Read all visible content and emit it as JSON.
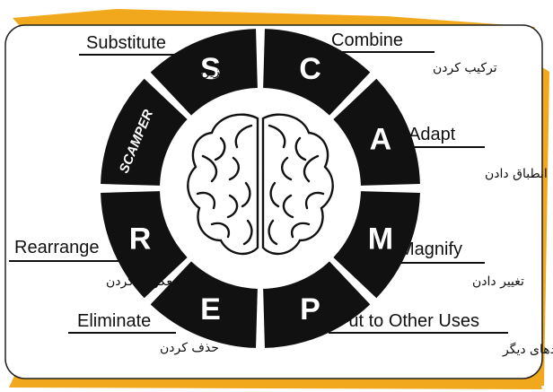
{
  "colors": {
    "accent": "#F2A81C",
    "ring": "#111111",
    "card": "#ffffff"
  },
  "title_badge": "SCAMPER",
  "center_icon": "brain-icon",
  "items": [
    {
      "letter": "S",
      "english": "Substitute",
      "persian": "جایگزین کردن"
    },
    {
      "letter": "C",
      "english": "Combine",
      "persian": "ترکیب کردن"
    },
    {
      "letter": "A",
      "english": "Adapt",
      "persian": "انطباق دادن"
    },
    {
      "letter": "M",
      "english": "Magnify",
      "persian": "تغییر دادن"
    },
    {
      "letter": "P",
      "english": "Put to Other Uses",
      "persian": "استفاده برای کاربردهای دیگر"
    },
    {
      "letter": "E",
      "english": "Eliminate",
      "persian": "حذف کردن"
    },
    {
      "letter": "R",
      "english": "Rearrange",
      "persian": "معکوس کردن"
    }
  ]
}
